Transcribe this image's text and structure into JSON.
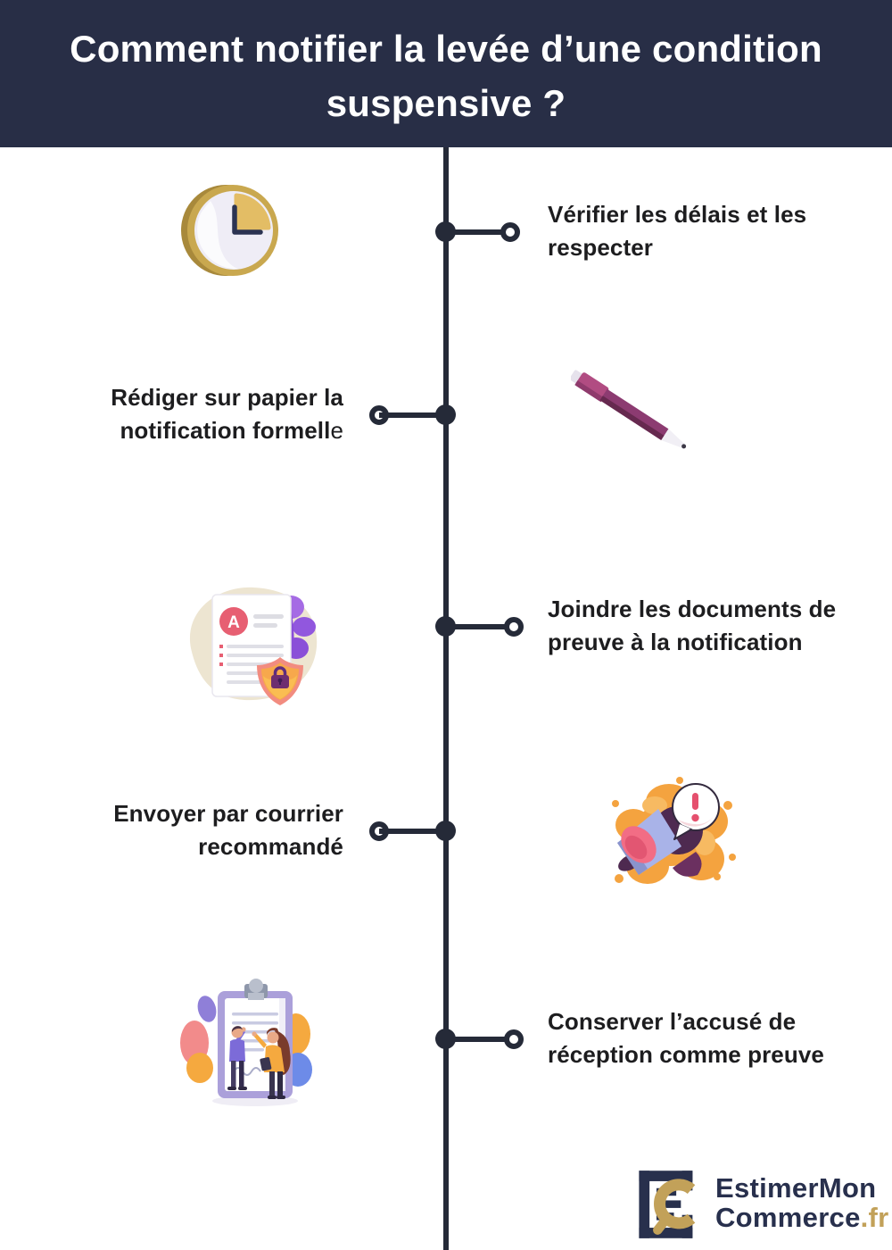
{
  "header": {
    "title_line1": "Comment notifier la levée d’une condition",
    "title_line2": "suspensive ?"
  },
  "steps": [
    {
      "line1": "Vérifier les délais et les",
      "line2": "respecter",
      "line2_tail": "",
      "side": "right",
      "icon": "clock-icon"
    },
    {
      "line1": "Rédiger sur papier la",
      "line2": "notification formell",
      "line2_tail": "e",
      "side": "left",
      "icon": "pen-icon"
    },
    {
      "line1": "Joindre les documents de",
      "line2": "preuve à la notification",
      "line2_tail": "",
      "side": "right",
      "icon": "document-shield-icon"
    },
    {
      "line1": "Envoyer par courrier",
      "line2": "recommandé",
      "line2_tail": "",
      "side": "left",
      "icon": "megaphone-icon"
    },
    {
      "line1": "Conserver l’accusé de",
      "line2": "réception comme preuve",
      "line2_tail": "",
      "side": "right",
      "icon": "clipboard-people-icon"
    }
  ],
  "icons": {
    "document_letter": "A"
  },
  "logo": {
    "line1": "EstimerMon",
    "line2": "Commerce",
    "tld": ".fr"
  },
  "colors": {
    "header_bg": "#282e46",
    "timeline": "#252a38",
    "text": "#1d1d1f",
    "gold": "#c2a159",
    "logo_navy": "#28304d"
  }
}
